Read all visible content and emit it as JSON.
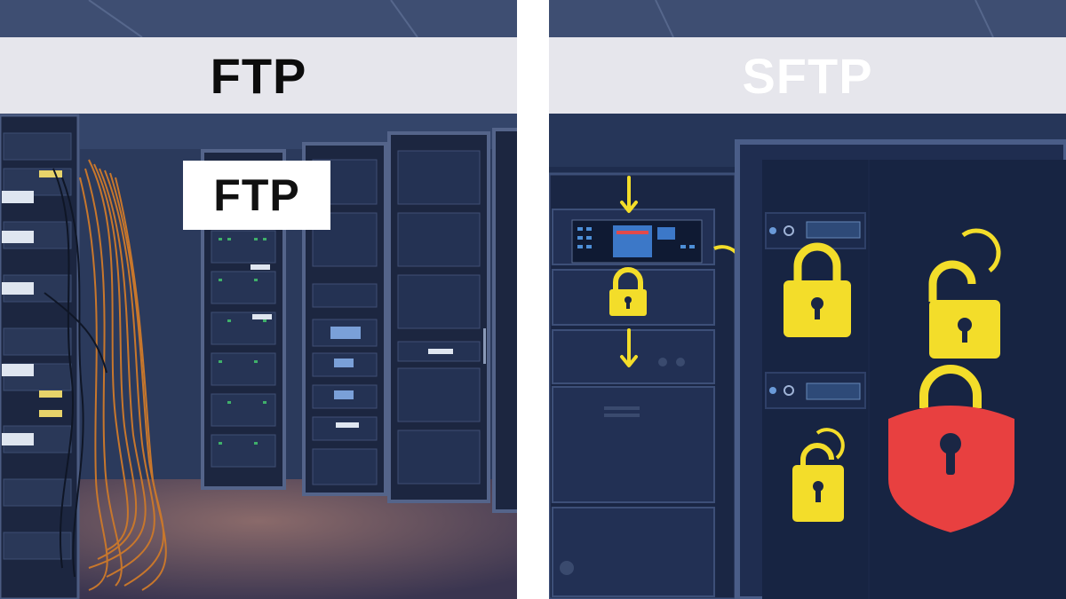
{
  "left_panel": {
    "banner_title": "FTP",
    "tag_label": "FTP",
    "cable_color": "#c8772c"
  },
  "right_panel": {
    "banner_title": "SFTP",
    "lock_color": "#f3dd2a",
    "shield_color": "#e84040",
    "icons": [
      "down-arrow-icon",
      "padlock-icon",
      "open-padlock-icon",
      "shield-lock-icon"
    ]
  },
  "colors": {
    "background": "#2a3a5e",
    "rack": "#1c2640",
    "banner": "#e6e6ec"
  }
}
